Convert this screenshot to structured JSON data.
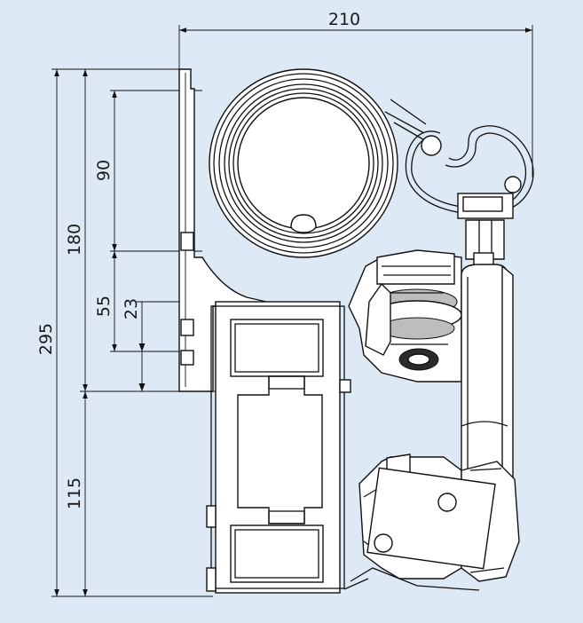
{
  "dimensions": {
    "total_width": "210",
    "total_height": "295",
    "upper_height": "180",
    "spool_height": "90",
    "mid_height": "55",
    "small_offset": "23",
    "lower_height": "115"
  },
  "colors": {
    "background": "#dde9f5",
    "line": "#111111"
  }
}
